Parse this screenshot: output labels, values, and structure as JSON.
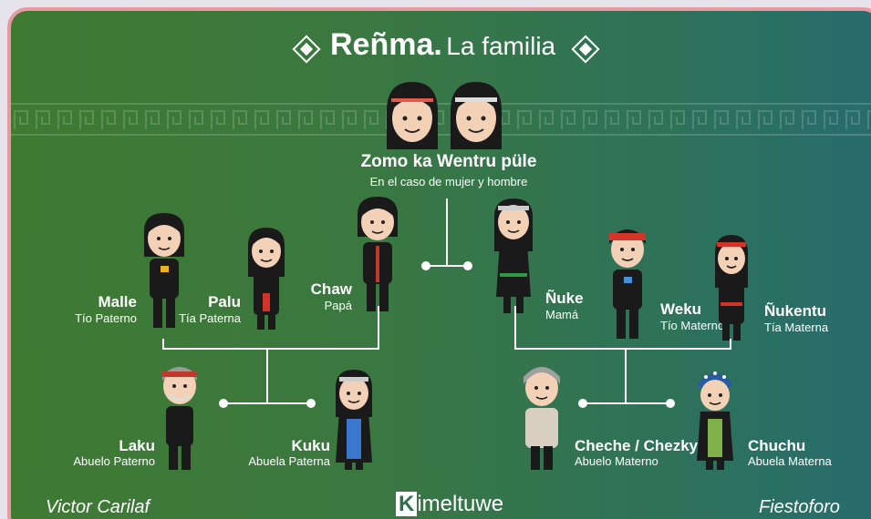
{
  "header": {
    "title_bold": "Reñma.",
    "title_light": "La familia"
  },
  "couple": {
    "name": "Zomo ka Wentru püle",
    "subtitle": "En el caso de mujer y hombre"
  },
  "people": {
    "malle": {
      "name": "Malle",
      "role": "Tío Paterno"
    },
    "palu": {
      "name": "Palu",
      "role": "Tía Paterna"
    },
    "chaw": {
      "name": "Chaw",
      "role": "Papá"
    },
    "nuke": {
      "name": "Ñuke",
      "role": "Mamá"
    },
    "weku": {
      "name": "Weku",
      "role": "Tío Materno"
    },
    "nukentu": {
      "name": "Ñukentu",
      "role": "Tía Materna"
    },
    "laku": {
      "name": "Laku",
      "role": "Abuelo Paterno"
    },
    "kuku": {
      "name": "Kuku",
      "role": "Abuela Paterna"
    },
    "cheche": {
      "name": "Cheche / Chezky",
      "role": "Abuelo Materno"
    },
    "chuchu": {
      "name": "Chuchu",
      "role": "Abuela Materna"
    }
  },
  "footer": {
    "left": "Victor Carilaf",
    "center_mark": "K",
    "center_rest": "imeltuwe",
    "right": "Fiestoforo"
  },
  "colors": {
    "bg_left": "#3f7a32",
    "bg_right": "#276c6e",
    "border": "#e89aa0",
    "line": "#ffffff"
  }
}
